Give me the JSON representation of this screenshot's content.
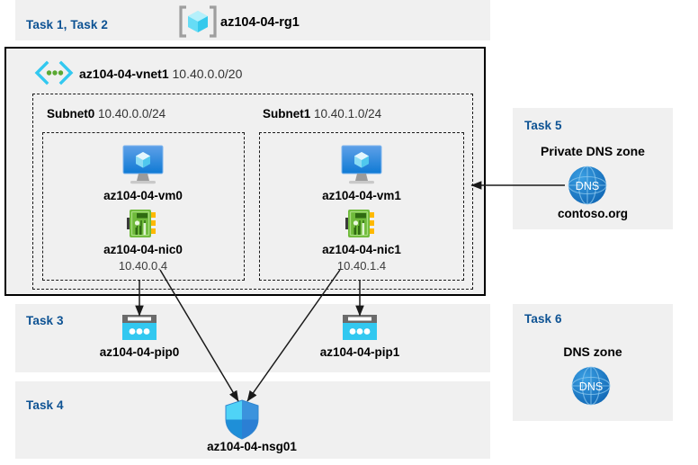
{
  "diagram": {
    "title_rg": "az104-04-rg1",
    "header_tasks_label": "Task 1, Task 2",
    "vnet": {
      "name": "az104-04-vnet1",
      "cidr": "10.40.0.0/20",
      "icon": "vnet-icon"
    },
    "rg_icon": "resource-group-icon",
    "subnets": [
      {
        "name": "Subnet0",
        "cidr": "10.40.0.0/24",
        "vm": {
          "label": "az104-04-vm0",
          "icon": "virtual-machine-icon"
        },
        "nic": {
          "label": "az104-04-nic0",
          "ip": "10.40.0.4",
          "icon": "network-interface-icon"
        }
      },
      {
        "name": "Subnet1",
        "cidr": "10.40.1.0/24",
        "vm": {
          "label": "az104-04-vm1",
          "icon": "virtual-machine-icon"
        },
        "nic": {
          "label": "az104-04-nic1",
          "ip": "10.40.1.4",
          "icon": "network-interface-icon"
        }
      }
    ],
    "public_ips": [
      {
        "task": "Task 3",
        "label": "az104-04-pip0",
        "icon": "public-ip-icon"
      },
      {
        "label": "az104-04-pip1",
        "icon": "public-ip-icon"
      }
    ],
    "nsg": {
      "task": "Task 4",
      "label": "az104-04-nsg01",
      "icon": "network-security-group-icon"
    },
    "private_dns": {
      "task": "Task 5",
      "heading": "Private DNS zone",
      "name": "contoso.org",
      "icon": "dns-zone-icon",
      "icon_text": "DNS"
    },
    "public_dns": {
      "task": "Task 6",
      "heading": "DNS zone",
      "icon": "dns-zone-icon",
      "icon_text": "DNS"
    },
    "colors": {
      "task_label": "#0d5293",
      "panel_bg": "#f0f0f0",
      "page_bg": "#ffffff",
      "border": "#000000",
      "azure_blue": "#0078d4",
      "cyan": "#32c8f0",
      "nic_green": "#6fba3b",
      "dns_blue": "#1b74c8"
    }
  }
}
